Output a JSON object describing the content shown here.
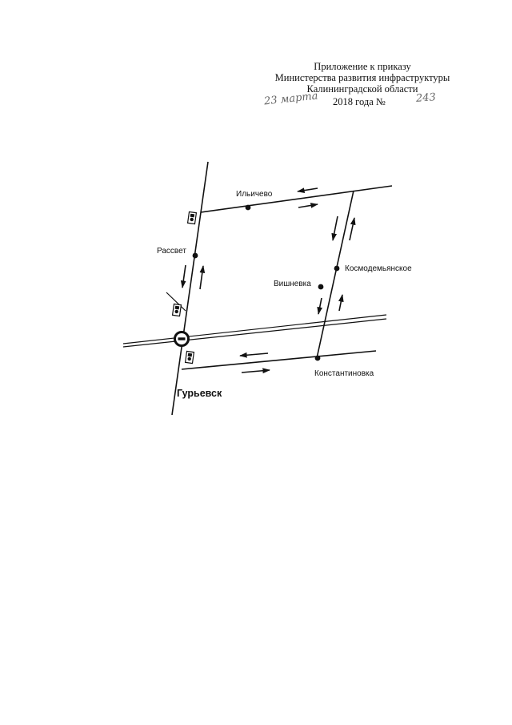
{
  "header": {
    "line1": "Приложение к приказу",
    "line2": "Министерства развития инфраструктуры",
    "line3": "Калининградской области",
    "handwritten_date": "23 марта",
    "printed_year": "2018 года №",
    "handwritten_number": "243"
  },
  "map": {
    "places": {
      "ilichevo": "Ильичево",
      "rassvet": "Рассвет",
      "kosmodemyanskoe": "Космодемьянское",
      "vishnevka": "Вишневка",
      "konstantinovka": "Константиновка",
      "guryevsk": "Гурьевск"
    }
  }
}
